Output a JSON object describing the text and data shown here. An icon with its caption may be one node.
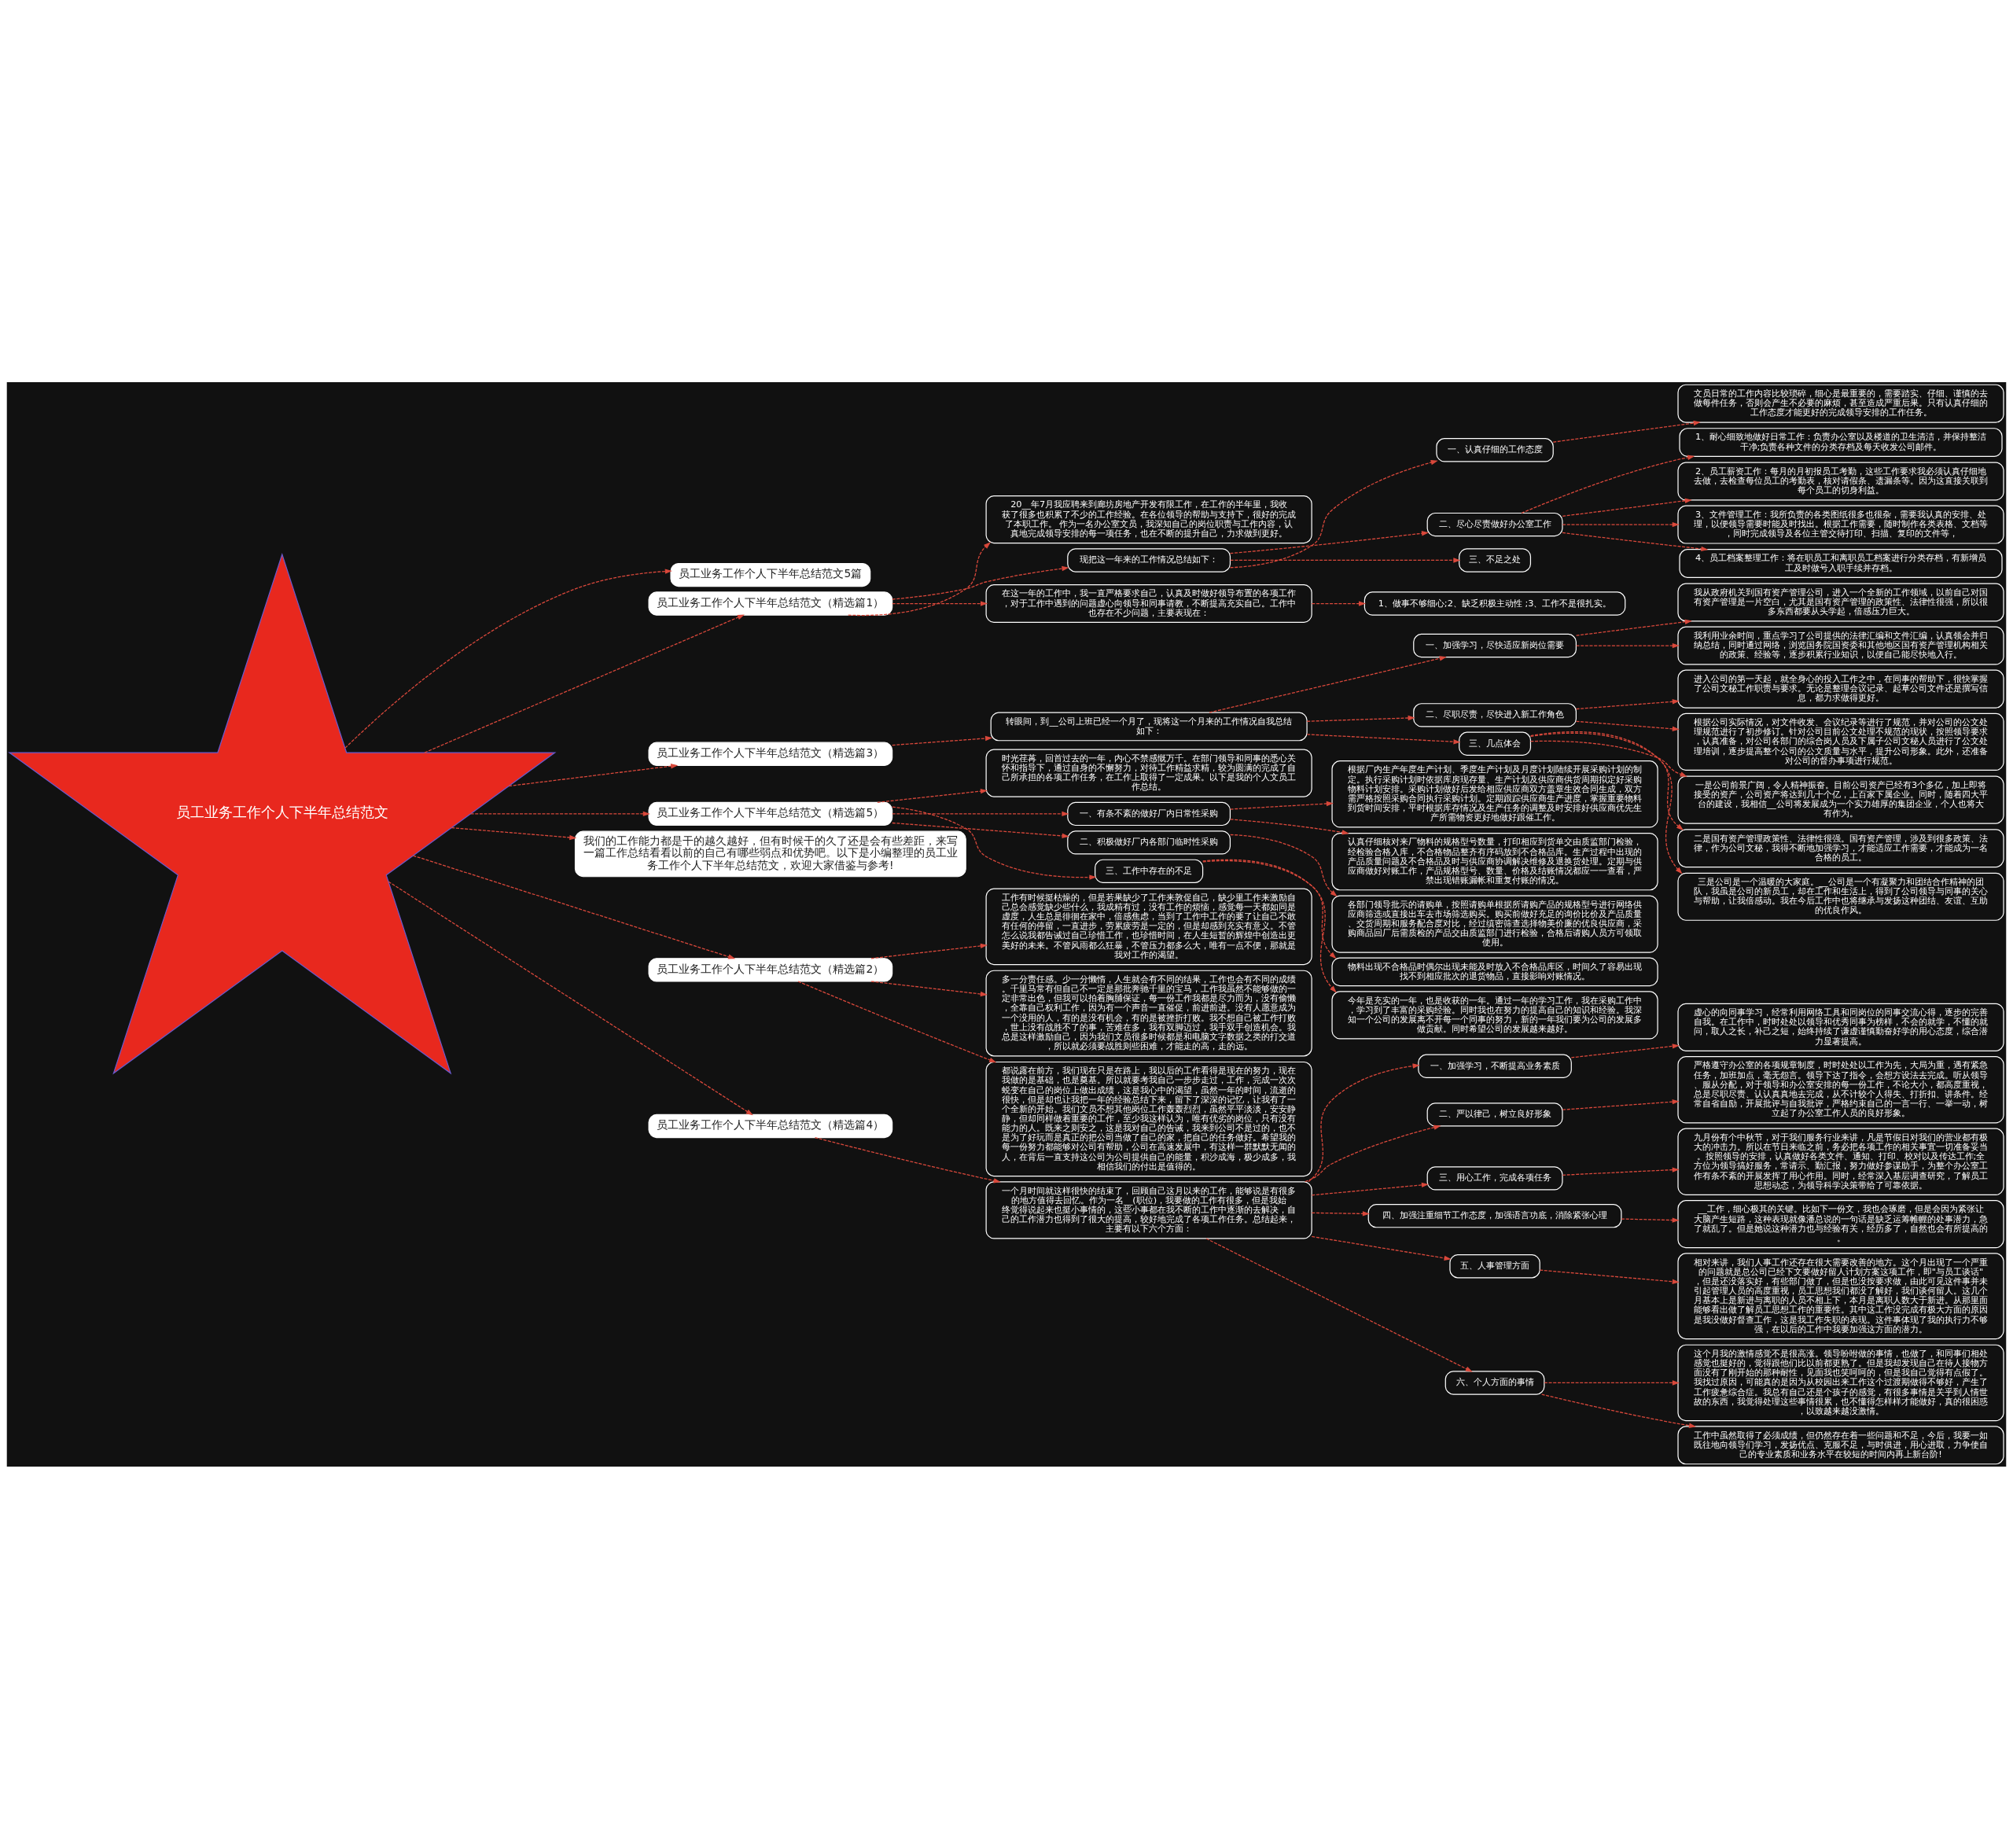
{
  "diagram": {
    "nodes": [
      {
        "text": [
          "员工业务工作个人下半年总结范文"
        ]
      },
      {
        "text": [
          "员工业务工作个人下半年总结范文5篇"
        ]
      },
      {
        "text": [
          "员工业务工作个人下半年总结范文（精选篇1）"
        ]
      },
      {
        "text": [
          "20__年7月我应聘来到廊坊房地产开发有限工作，在工作的半年里，我收获了很多也积累了不少的工作经验。在各位领导的帮助与支持下，很好的完成了本职工作。 作为一名办公室文员，我深知自己的岗位职责与工作内容，认真地完成领导安排的每一项任务，也在不断的提升自己，力求做到更好。"
        ]
      },
      {
        "text": [
          "现把这一年来的工作情况总结如下："
        ]
      },
      {
        "text": [
          "一、认真仔细的工作态度"
        ]
      },
      {
        "text": [
          "文员日常的工作内容比较琐碎，细心是最重要的，需要踏实、仔细、谨慎的去做每件任务，否则会产生不必要的麻烦，甚至造成严重后果。只有认真仔细的工作态度才能更好的完成领导安排的工作任务。"
        ]
      },
      {
        "text": [
          "二、尽心尽责做好办公室工作"
        ]
      },
      {
        "text": [
          "1、耐心细致地做好日常工作：负责办公室以及楼道的卫生清洁，并保持整洁干净;负责各种文件的分类存档及每天收发公司邮件。"
        ]
      },
      {
        "text": [
          "2、员工薪资工作：每月的月初报员工考勤，这些工作要求我必须认真仔细地去做，去检查每位员工的考勤表，核对请假条、遗漏条等。因为这直接关联到每个员工的切身利益。"
        ]
      },
      {
        "text": [
          "3、文件管理工作：我所负责的各类图纸很多也很杂，需要我认真的安排、处理，以便领导需要时能及时找出。根据工作需要，随时制作各类表格、文档等，同时完成领导及各位主管交待打印、扫描、复印的文件等，"
        ]
      },
      {
        "text": [
          "4、员工档案整理工作：将在职员工和离职员工档案进行分类存档，有新增员工及时做号入职手续并存档。"
        ]
      },
      {
        "text": [
          "三、不足之处"
        ]
      },
      {
        "text": [
          "在这一年的工作中，我一直严格要求自己，认真及时做好领导布置的各项工作，对于工作中遇到的问题虚心向领导和同事请教，不断提高充实自己。工作中也存在不少问题，主要表现在："
        ]
      },
      {
        "text": [
          "1、做事不够细心;2、缺乏积极主动性 ;3、工作不是很扎实。"
        ]
      },
      {
        "text": [
          "员工业务工作个人下半年总结范文（精选篇3）"
        ]
      },
      {
        "text": [
          "转眼间，到__公司上班已经一个月了，现将这一个月来的工作情况自我总结如下："
        ]
      },
      {
        "text": [
          "一、加强学习，尽快适应新岗位需要"
        ]
      },
      {
        "text": [
          "我从政府机关到国有资产管理公司，进入一个全新的工作领域，以前自己对国有资产管理是一片空白，尤其是国有资产管理的政策性、法律性很强，所以很多东西都要从头学起，倍感压力巨大。"
        ]
      },
      {
        "text": [
          "我利用业余时间，重点学习了公司提供的法律汇编和文件汇编，认真领会并归纳总结，同时通过网络，浏览国务院国资委和其他地区国有资产管理机构相关的政策、经验等，逐步积累行业知识，以便自己能尽快地入行。"
        ]
      },
      {
        "text": [
          "二、尽职尽责，尽快进入新工作角色"
        ]
      },
      {
        "text": [
          "进入公司的第一天起，就全身心的投入工作之中，在同事的帮助下，很快掌握了公司文秘工作职责与要求。无论是整理会议记录、起草公司文件还是撰写信息，都力求做得更好。"
        ]
      },
      {
        "text": [
          "根据公司实际情况，对文件收发、会议纪录等进行了规范，并对公司的公文处理规范进行了初步修订。针对公司目前公文处理不规范的现状，按照领导要求，认真准备，对公司各部门的综合岗人员及下属子公司文秘人员进行了公文处理培训，逐步提高整个公司的公文质量与水平，提升公司形象。此外，还准备对公司的督办事项进行规范。"
        ]
      },
      {
        "text": [
          "三、几点体会"
        ]
      },
      {
        "text": [
          "一是公司前景广阔，令人精神振奋。目前公司资产已经有3个多亿，加上即将接受的资产，公司资产将达到几十个亿，上百家下属企业。同时，随着四大平台的建设，我相信__公司将发展成为一个实力雄厚的集团企业，个人也将大有作为。"
        ]
      },
      {
        "text": [
          "二是国有资产管理政策性、法律性很强。国有资产管理，涉及到很多政策、法律，作为公司文秘，我得不断地加强学习，才能适应工作需要，才能成为一名合格的员工。"
        ]
      },
      {
        "text": [
          "三是公司是一个温暖的大家庭。__公司是一个有凝聚力和团结合作精神的团队，我虽是公司的新员工，却在工作和生活上，得到了公司领导与同事的关心与帮助，让我倍感动。我在今后工作中也将继承与发扬这种团结、友谊、互助的优良作风。"
        ]
      },
      {
        "text": [
          "员工业务工作个人下半年总结范文（精选篇5）"
        ]
      },
      {
        "text": [
          "时光荏苒，回首过去的一年，内心不禁感慨万千。在部门领导和同事的悉心关怀和指导下，通过自身的不懈努力，对待工作精益求精，较为圆满的完成了自己所承担的各项工作任务，在工作上取得了一定成果。以下是我的个人文员工作总结。"
        ]
      },
      {
        "text": [
          "一、有条不紊的做好厂内日常性采购"
        ]
      },
      {
        "text": [
          "根据厂内生产年度生产计划、季度生产计划及月度计划陆续开展采购计划的制定。执行采购计划时依据库房现存量、生产计划及供应商供货周期拟定好采购物料计划安排。采购计划做好后发给相应供应商双方盖章生效合同生成，双方需严格按照采购合同执行采购计划。定期跟踪供应商生产进度，掌握重要物料到货时间安排，平时根据库存情况及生产任务的调整及时安排好供应商优先生产所需物资更好地做好跟催工作。"
        ]
      },
      {
        "text": [
          "认真仔细核对来厂物料的规格型号数量，打印相应到货单交由质监部门检验，经检验合格入库，不合格物品整齐有序码放到不合格品库。生产过程中出现的产品质量问题及不合格品及时与供应商协调解决维修及退换货处理。定期与供应商做好对账工作，产品规格型号、数量、价格及结账情况都应一一查看，严禁出现错账漏帐和重复付账的情况。"
        ]
      },
      {
        "text": [
          "二、积极做好厂内各部门临时性采购"
        ]
      },
      {
        "text": [
          "各部门领导批示的请购单，按照请购单根据所请购产品的规格型号进行网络供应商筛选或直接出车去市场筛选购买。购买前做好充足的询价比价及产品质量、交货周期和服务配合度对比，经过缜密筛查选择物美价廉的优良供应商，采购商品回厂后需质检的产品交由质监部门进行检验，合格后请购人员方可领取使用。"
        ]
      },
      {
        "text": [
          "三、工作中存在的不足"
        ]
      },
      {
        "text": [
          "物料出现不合格品时偶尔出现未能及时放入不合格品库区，时间久了容易出现找不到相应批次的退货物品，直接影响对账情况。"
        ]
      },
      {
        "text": [
          "今年是充实的一年，也是收获的一年。通过一年的学习工作，我在采购工作中，学习到了丰富的采购经验。同时我也在努力的提高自己的知识和经验。我深知一个公司的发展离不开每一个同事的努力，新的一年我们要为公司的发展多做贡献。同时希望公司的发展越来越好。"
        ]
      },
      {
        "text": [
          "我们的工作能力都是干的越久越好，但有时候干的久了还是会有些差距，来写一篇工作总结看看以前的自己有哪些弱点和优势吧。以下是小编整理的员工业务工作个人下半年总结范文，欢迎大家借鉴与参考!"
        ]
      },
      {
        "text": [
          "员工业务工作个人下半年总结范文（精选篇2）"
        ]
      },
      {
        "text": [
          "工作有时候挺枯燥的，但是若果缺少了工作来敦促自己，缺少里工作来激励自己总会感觉缺少些什么，我成精有过，没有工作的烦恼，感觉每一天都如同是虚度，人生总是徘徊在家中，倍感焦虑，当到了工作中工作的要了让自己不敢有任何的停留，一直进步，劳累疲劳是一定的，但是却感到充实有意义。不管怎么说我都告诫过自己珍惜工作，也珍惜时间，在人生短暂的辉煌中创造出更美好的未来。不管风雨都么狂暴，不管压力都多么大，唯有一点不便，那就是我对工作的渴望。"
        ]
      },
      {
        "text": [
          "多一分责任感。少一分懒惰，人生就会有不同的结果，工作也会有不同的成绩。千里马常有但自己不一定是那批奔驰千里的宝马，工作我虽然不能够做的一定非常出色，但我可以拍着胸脯保证，每一份工作我都是尽力而为，没有偷懒，全靠自己权利工作，因为有一个声音一直催促，前进前进。没有人愿意成为一个没用的人，有的是没有机会，有的是被挫折打败。我不想自己被工作打败，世上没有战胜不了的事，苦难在多，我有双脚迈过，我手双手创造机会。我总是这样激励自己，因为我们文员很多时候都是和电脑文字数据之类的打交道，所以就必须要战胜则些困难，才能走的高，走的远。"
        ]
      },
      {
        "text": [
          "都说露在前方，我们现在只是在路上，我以后的工作看得是现在的努力，现在我做的是基础，也是奠基。所以就要考我自己一步步走过，工作，完成一次次蜕变在自己的岗位上做出成绩，这是我心中的渴望，虽然一年的时间，流逝的很快，但是却也让我把一年的经验总结下来，留下了深深的记忆，让我有了一个全新的开始。我们文员不想其他岗位工作轰轰烈烈，虽然平平淡淡，安安静静，但却同样做着重要的工作，至少我这样认为，唯有优劣的岗位，只有没有能力的人。既来之则安之，这是我对自己的告诫，我来到公司不是过的，也不是为了好玩而是真正的把公司当做了自己的家，把自己的任务做好。希望我的每一份努力都能够对公司有帮助，公司在高速发展中，有这样一群默默无闻的人，在背后一直支持这公司为公司提供自己的能量，积沙成海，极少成多，我相信我们的付出是值得的。"
        ]
      },
      {
        "text": [
          "员工业务工作个人下半年总结范文（精选篇4）"
        ]
      },
      {
        "text": [
          "一个月时间就这样很快的结束了，回顾自己这月以来的工作，能够说是有很多的地方值得去回忆。作为一名__(职位)，我要做的工作有很多，但是我始终觉得说起来也挺小事情的，这些小事都在我不断的工作中逐渐的去解决，自己的工作潜力也得到了很大的提高，较好地完成了各项工作任务。总结起来，主要有以下六个方面："
        ]
      },
      {
        "text": [
          "一、加强学习，不断提高业务素质"
        ]
      },
      {
        "text": [
          "虚心的向同事学习，经常利用网络工具和同岗位的同事交流心得，逐步的完善自我。在工作中，时时处处以领导和优秀同事为榜样，不会的就学，不懂的就问，取人之长，补己之短，始终持续了谦虚谨慎勤奋好学的用心态度，综合潜力显著提高。"
        ]
      },
      {
        "text": [
          "二、严以律己，树立良好形象"
        ]
      },
      {
        "text": [
          "严格遵守办公室的各项规章制度，时时处处以工作为先，大局为重，遇有紧急任务，加班加点，毫无怨言。领导下达了指令，会想方设法去完成。听从领导、服从分配，对于领导和办公室安排的每一份工作，不论大小，都高度重视，总是尽职尽责、认认真真地去完成，从不计较个人得失、打折扣、讲条件。经常自省自励，开展批评与自我批评，严格约束自己的一言一行、一举一动，树立起了办公室工作人员的良好形象。"
        ]
      },
      {
        "text": [
          "三、用心工作，完成各项任务"
        ]
      },
      {
        "text": [
          "九月份有个中秋节，对于我们服务行业来讲，凡是节假日对我们的营业都有极大的冲击力。所以在节日来临之前，务必把各项工作的相关事宜一切准备妥当。按照领导的安排，认真做好各类文件、通知、打印、校对以及传达工作;全方位为领导搞好服务，常请示、勤汇报，努力做好参谋助手，为整个办公室工作有条不紊的开展发挥了用心作用。同时，经常深入基层调查研究，了解员工思想动态，为领导科学决策带给了可靠依据。"
        ]
      },
      {
        "text": [
          "四、加强注重细节工作态度，加强语言功底，消除紧张心理"
        ]
      },
      {
        "text": [
          "__工作，细心极其的关键。比如下一份文，我也会琢磨，但是会因为紧张让大脑产生短路，这种表现就像潘总说的一句话是缺乏运筹帷幄的处事潜力，急了就乱了。但是她说这种潜力也与经验有关，经历多了，自然也会有所提高的。"
        ]
      },
      {
        "text": [
          "五、人事管理方面"
        ]
      },
      {
        "text": [
          "相对来讲，我们人事工作还存在很大需要改善的地方。这个月出现了一个严重的问题就是总公司已经下文要做好留人计划方案这项工作，即\"与员工谈话\"，但是还没落实好，有些部门做了，但是也没按要求做，由此可见这件事并未引起管理人员的高度重视，员工思想我们都没了解好，我们谈何留人。这几个月基本上是新进与离职的人员不相上下，本月是离职人数大于新进。从那里面能够看出做了解员工思想工作的重要性。其中这工作没完成有极大方面的原因是我没做好督查工作，这是我工作失职的表现。这件事体现了我的执行力不够强，在以后的工作中我要加强这方面的潜力。"
        ]
      },
      {
        "text": [
          "六、个人方面的事情"
        ]
      },
      {
        "text": [
          "这个月我的激情感觉不是很高涨。领导吩咐做的事情，也做了，和同事们相处感觉也挺好的，觉得跟他们比以前都更熟了。但是我却发现自己在待人接物方面没有了刚开始的那种耐性，见面我也笑呵呵的，但是我自己觉得有点假了。我找过原因，可能真的是因为从校园出来工作这个过渡期做得不够好，产生了工作疲惫综合症。我总有自己还是个孩子的感觉，有很多事情是关乎到人情世故的东西，我觉得处理这些事情很累，也不懂得怎样样才能做好，真的很困惑，以致越来越没激情。"
        ]
      },
      {
        "text": [
          "工作中虽然取得了必须成绩，但仍然存在着一些问题和不足，今后，我要一如既往地向领导们学习，发扬优点、克服不足，与时俱进，用心进取，力争使自己的专业素质和业务水平在较短的时间内再上新台阶!"
        ]
      }
    ],
    "edges": [
      {
        "from": 0,
        "to": 1,
        "arrow": "to",
        "style": "dashed"
      },
      {
        "from": 0,
        "to": 2,
        "arrow": "to",
        "style": "dashed"
      },
      {
        "from": 2,
        "to": 3,
        "arrow": "to",
        "style": "dashed"
      },
      {
        "from": 2,
        "to": 4,
        "arrow": "to",
        "style": "dashed"
      },
      {
        "from": 4,
        "to": 5,
        "arrow": "to",
        "style": "dashed"
      },
      {
        "from": 5,
        "to": 6,
        "arrow": "to",
        "style": "dashed"
      },
      {
        "from": 4,
        "to": 7,
        "arrow": "to",
        "style": "dashed"
      },
      {
        "from": 7,
        "to": 8,
        "arrow": "to",
        "style": "dashed"
      },
      {
        "from": 7,
        "to": 9,
        "arrow": "to",
        "style": "dashed"
      },
      {
        "from": 7,
        "to": 10,
        "arrow": "to",
        "style": "dashed"
      },
      {
        "from": 7,
        "to": 11,
        "arrow": "to",
        "style": "dashed"
      },
      {
        "from": 4,
        "to": 12,
        "arrow": "to",
        "style": "dashed"
      },
      {
        "from": 2,
        "to": 13,
        "arrow": "to",
        "style": "dashed"
      },
      {
        "from": 13,
        "to": 14,
        "arrow": "to",
        "style": "dashed"
      },
      {
        "from": 0,
        "to": 15,
        "arrow": "to",
        "style": "dashed"
      },
      {
        "from": 15,
        "to": 16,
        "arrow": "to",
        "style": "dashed"
      },
      {
        "from": 16,
        "to": 17,
        "arrow": "to",
        "style": "dashed"
      },
      {
        "from": 17,
        "to": 18,
        "arrow": "to",
        "style": "dashed"
      },
      {
        "from": 17,
        "to": 19,
        "arrow": "to",
        "style": "dashed"
      },
      {
        "from": 16,
        "to": 20,
        "arrow": "to",
        "style": "dashed"
      },
      {
        "from": 20,
        "to": 21,
        "arrow": "to",
        "style": "dashed"
      },
      {
        "from": 20,
        "to": 22,
        "arrow": "to",
        "style": "dashed"
      },
      {
        "from": 16,
        "to": 23,
        "arrow": "to",
        "style": "dashed"
      },
      {
        "from": 23,
        "to": 24,
        "arrow": "to",
        "style": "dashed"
      },
      {
        "from": 23,
        "to": 25,
        "arrow": "to",
        "style": "dashed"
      },
      {
        "from": 23,
        "to": 26,
        "arrow": "to",
        "style": "dashed"
      },
      {
        "from": 0,
        "to": 27,
        "arrow": "to",
        "style": "dashed"
      },
      {
        "from": 27,
        "to": 28,
        "arrow": "to",
        "style": "dashed"
      },
      {
        "from": 27,
        "to": 29,
        "arrow": "to",
        "style": "dashed"
      },
      {
        "from": 29,
        "to": 30,
        "arrow": "to",
        "style": "dashed"
      },
      {
        "from": 29,
        "to": 31,
        "arrow": "to",
        "style": "dashed"
      },
      {
        "from": 27,
        "to": 32,
        "arrow": "to",
        "style": "dashed"
      },
      {
        "from": 32,
        "to": 33,
        "arrow": "to",
        "style": "dashed"
      },
      {
        "from": 27,
        "to": 34,
        "arrow": "to",
        "style": "dashed"
      },
      {
        "from": 34,
        "to": 35,
        "arrow": "to",
        "style": "dashed"
      },
      {
        "from": 34,
        "to": 36,
        "arrow": "to",
        "style": "dashed"
      },
      {
        "from": 0,
        "to": 37,
        "arrow": "to",
        "style": "dashed"
      },
      {
        "from": 0,
        "to": 38,
        "arrow": "to",
        "style": "dashed"
      },
      {
        "from": 38,
        "to": 39,
        "arrow": "to",
        "style": "dashed"
      },
      {
        "from": 38,
        "to": 40,
        "arrow": "to",
        "style": "dashed"
      },
      {
        "from": 38,
        "to": 41,
        "arrow": "to",
        "style": "dashed"
      },
      {
        "from": 0,
        "to": 42,
        "arrow": "to",
        "style": "dashed"
      },
      {
        "from": 42,
        "to": 43,
        "arrow": "to",
        "style": "dashed"
      },
      {
        "from": 43,
        "to": 44,
        "arrow": "to",
        "style": "dashed"
      },
      {
        "from": 44,
        "to": 45,
        "arrow": "to",
        "style": "dashed"
      },
      {
        "from": 43,
        "to": 46,
        "arrow": "to",
        "style": "dashed"
      },
      {
        "from": 46,
        "to": 47,
        "arrow": "to",
        "style": "dashed"
      },
      {
        "from": 43,
        "to": 48,
        "arrow": "to",
        "style": "dashed"
      },
      {
        "from": 48,
        "to": 49,
        "arrow": "to",
        "style": "dashed"
      },
      {
        "from": 43,
        "to": 50,
        "arrow": "to",
        "style": "dashed"
      },
      {
        "from": 50,
        "to": 51,
        "arrow": "to",
        "style": "dashed"
      },
      {
        "from": 43,
        "to": 52,
        "arrow": "to",
        "style": "dashed"
      },
      {
        "from": 52,
        "to": 53,
        "arrow": "to",
        "style": "dashed"
      },
      {
        "from": 43,
        "to": 54,
        "arrow": "to",
        "style": "dashed"
      },
      {
        "from": 54,
        "to": 55,
        "arrow": "to",
        "style": "dashed"
      },
      {
        "from": 54,
        "to": 56,
        "arrow": "to",
        "style": "dashed"
      }
    ]
  }
}
